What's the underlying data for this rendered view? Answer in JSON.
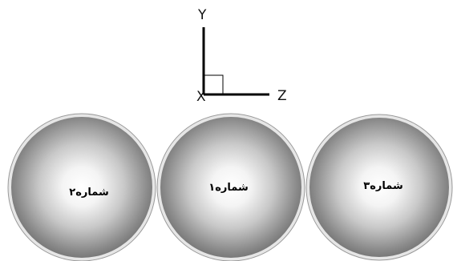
{
  "axes": {
    "y_label": "Y",
    "x_label": "X",
    "z_label": "Z"
  },
  "spheres": [
    {
      "label": "شماره۲"
    },
    {
      "label": "شماره۱"
    },
    {
      "label": "شماره۳"
    }
  ]
}
